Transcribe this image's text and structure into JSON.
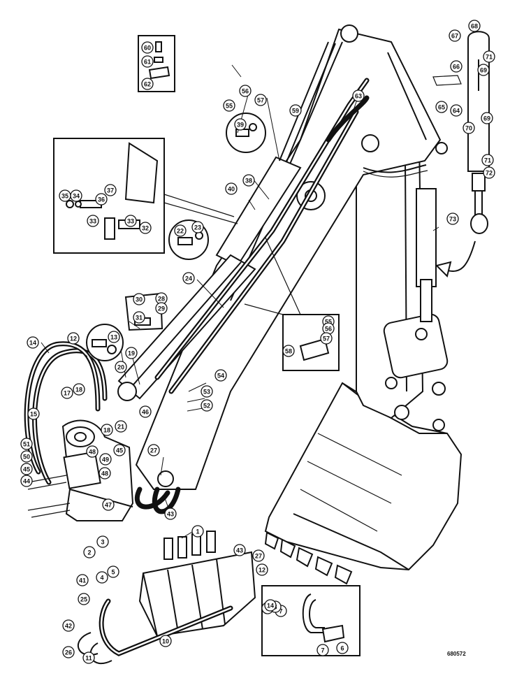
{
  "figure_id": "680572",
  "part_numbers": [
    "1",
    "2",
    "3",
    "4",
    "5",
    "6",
    "7",
    "8",
    "9",
    "10",
    "11",
    "12",
    "13",
    "14",
    "15",
    "17",
    "18",
    "19",
    "20",
    "21",
    "22",
    "23",
    "24",
    "25",
    "26",
    "27",
    "28",
    "29",
    "30",
    "31",
    "32",
    "33",
    "34",
    "35",
    "36",
    "37",
    "38",
    "39",
    "40",
    "41",
    "42",
    "43",
    "44",
    "45",
    "46",
    "47",
    "48",
    "49",
    "50",
    "51",
    "52",
    "53",
    "54",
    "55",
    "56",
    "57",
    "58",
    "59",
    "60",
    "61",
    "62",
    "63",
    "64",
    "65",
    "66",
    "67",
    "68",
    "69",
    "70",
    "71",
    "72",
    "73"
  ]
}
